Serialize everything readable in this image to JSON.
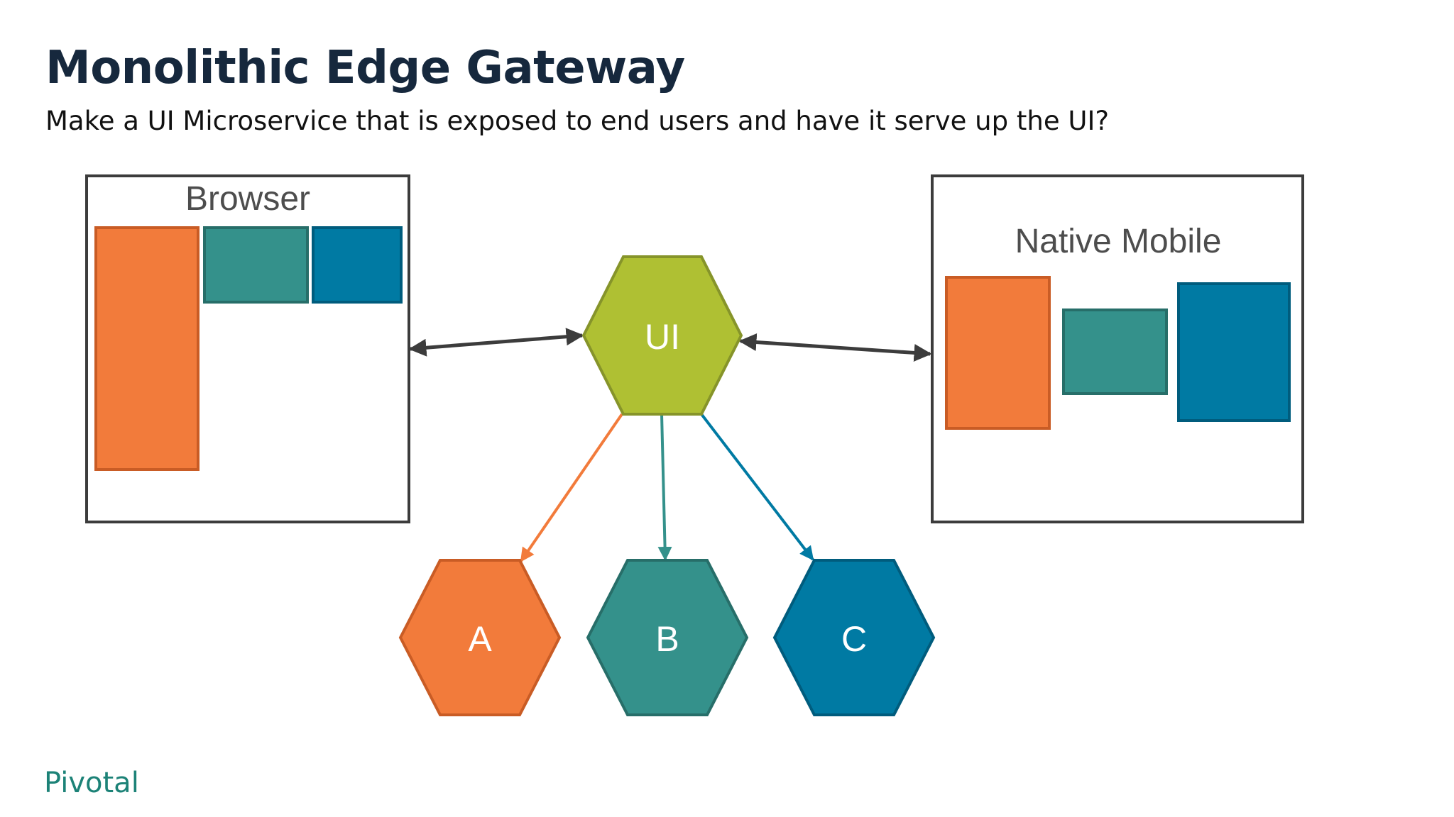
{
  "slide": {
    "title": "Monolithic Edge Gateway",
    "subtitle": "Make a UI Microservice that is exposed to end users and have it serve up the UI?"
  },
  "diagram": {
    "browser": {
      "label": "Browser"
    },
    "native_mobile": {
      "label": "Native Mobile"
    },
    "ui": {
      "label": "UI"
    },
    "services": [
      {
        "label": "A"
      },
      {
        "label": "B"
      },
      {
        "label": "C"
      }
    ]
  },
  "colors": {
    "title": "#16283d",
    "orange": "#f27b3b",
    "teal": "#34918b",
    "blue": "#007aa3",
    "lime": "#afc033",
    "box_border": "#3c3c3c",
    "arrow": "#3c3c3c",
    "brand": "#1c8277"
  },
  "footer": {
    "logo": "Pivotal"
  }
}
